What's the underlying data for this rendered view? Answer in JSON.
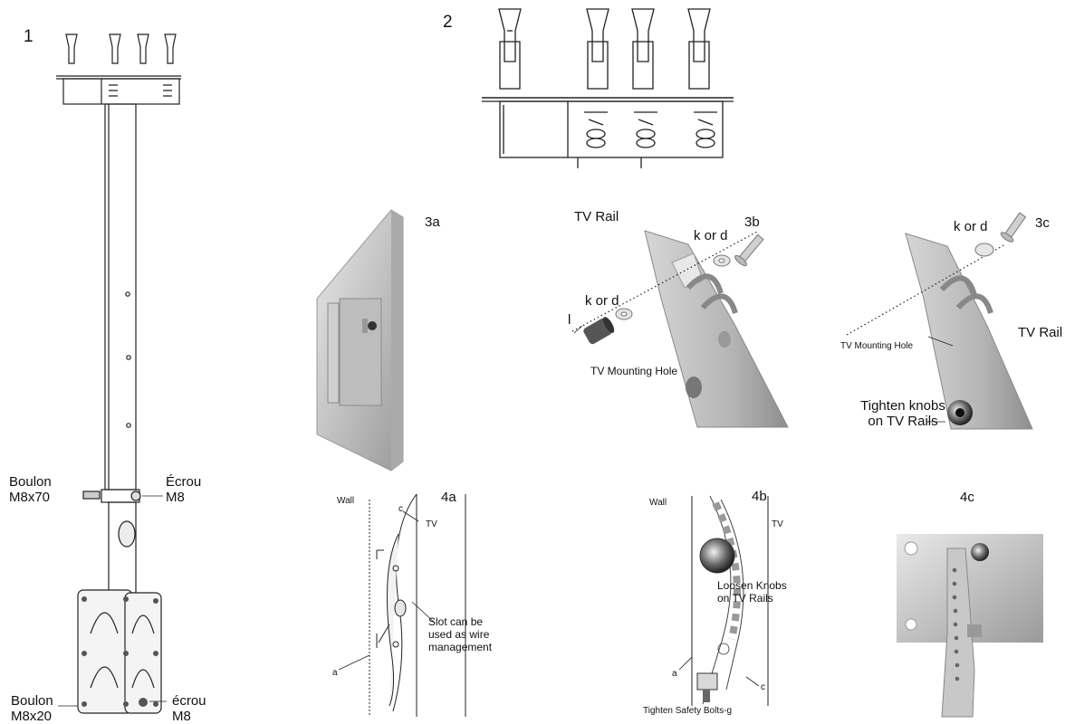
{
  "figure1": {
    "number": "1",
    "bolt_m8x70": [
      "Boulon",
      "M8x70"
    ],
    "nut_m8_top": [
      "Écrou",
      "M8"
    ],
    "bolt_m8x20": [
      "Boulon",
      "M8x20"
    ],
    "nut_m8_bottom": [
      "écrou",
      "M8"
    ]
  },
  "figure2": {
    "number": "2"
  },
  "figure3a": {
    "number": "3a"
  },
  "figure3b": {
    "number": "3b",
    "tv_rail": "TV Rail",
    "washer_top": "k or d",
    "washer_mid": "k or d",
    "spacer": "l",
    "mount_hole": "TV Mounting Hole"
  },
  "figure3c": {
    "number": "3c",
    "washer": "k or d",
    "mount_hole": "TV Mounting Hole",
    "tv_rail": "TV Rail",
    "tighten": [
      "Tighten knobs",
      "on TV Rails"
    ]
  },
  "figure4a": {
    "number": "4a",
    "wall": "Wall",
    "c": "c",
    "tv": "TV",
    "a": "a",
    "slot": [
      "Slot can be",
      "used as wire",
      "management"
    ]
  },
  "figure4b": {
    "number": "4b",
    "wall": "Wall",
    "tv": "TV",
    "loosen": [
      "Loosen Knobs",
      "on TV Rails"
    ],
    "a": "a",
    "c": "c",
    "safety": "Tighten Safety Bolts-g"
  },
  "figure4c": {
    "number": "4c"
  }
}
